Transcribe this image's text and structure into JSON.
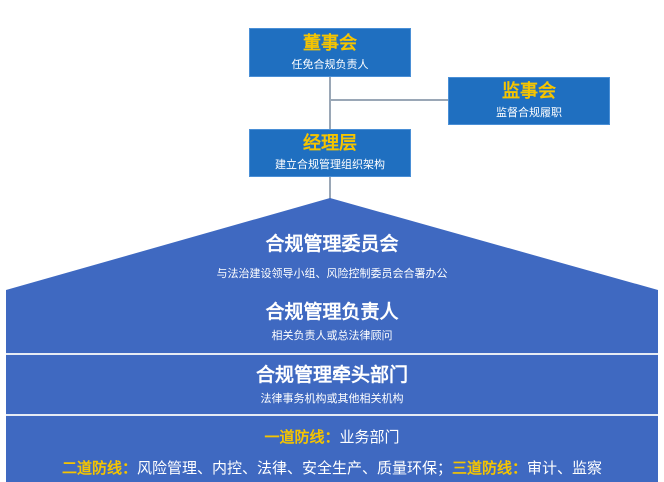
{
  "board": {
    "title": "董事会",
    "subtitle": "任免合规负责人"
  },
  "supervisors": {
    "title": "监事会",
    "subtitle": "监督合规履职"
  },
  "managers": {
    "title": "经理层",
    "subtitle": "建立合规管理组织架构"
  },
  "committee": {
    "title": "合规管理委员会",
    "subtitle": "与法治建设领导小组、风险控制委员会合署办公"
  },
  "officer": {
    "title": "合规管理负责人",
    "subtitle": "相关负责人或总法律顾问"
  },
  "lead_dept": {
    "title": "合规管理牵头部门",
    "subtitle": "法律事务机构或其他相关机构"
  },
  "defense": {
    "first_label": "一道防线：",
    "first_value": "业务部门",
    "second_label": "二道防线：",
    "second_value": "风险管理、内控、法律、安全生产、质量环保；",
    "third_label": "三道防线：",
    "third_value": "审计、监察"
  },
  "colors": {
    "box_blue": "#1f6fc0",
    "band_blue": "#3f69c1",
    "title_yellow": "#f5c400",
    "connector_gray": "#9aa7b6"
  }
}
